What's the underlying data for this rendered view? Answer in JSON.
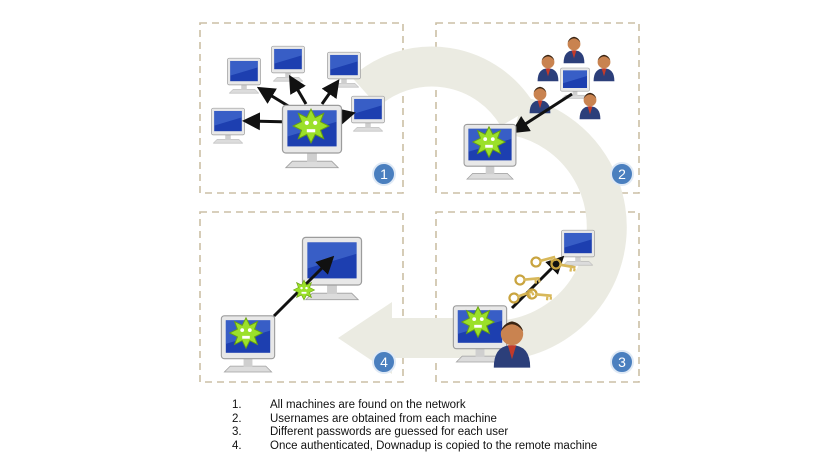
{
  "panels": [
    {
      "number": "1"
    },
    {
      "number": "2"
    },
    {
      "number": "3"
    },
    {
      "number": "4"
    }
  ],
  "legend": [
    {
      "num": "1.",
      "text": "All machines are found on the network"
    },
    {
      "num": "2.",
      "text": "Usernames are obtained from each machine"
    },
    {
      "num": "3.",
      "text": "Different passwords are guessed for each user"
    },
    {
      "num": "4.",
      "text": "Once authenticated, Downadup is copied to the remote machine"
    }
  ],
  "colors": {
    "panel_border": "#cbbfa5",
    "cycle_arrow": "#ebebe2",
    "badge": "#4a7fbf",
    "virus": "#9be02a",
    "screen": "#1d3fb0",
    "key": "#d8b85a"
  },
  "icons": [
    "computer-icon",
    "virus-icon",
    "user-group-icon",
    "key-icon",
    "user-icon",
    "cycle-arrow-icon"
  ]
}
